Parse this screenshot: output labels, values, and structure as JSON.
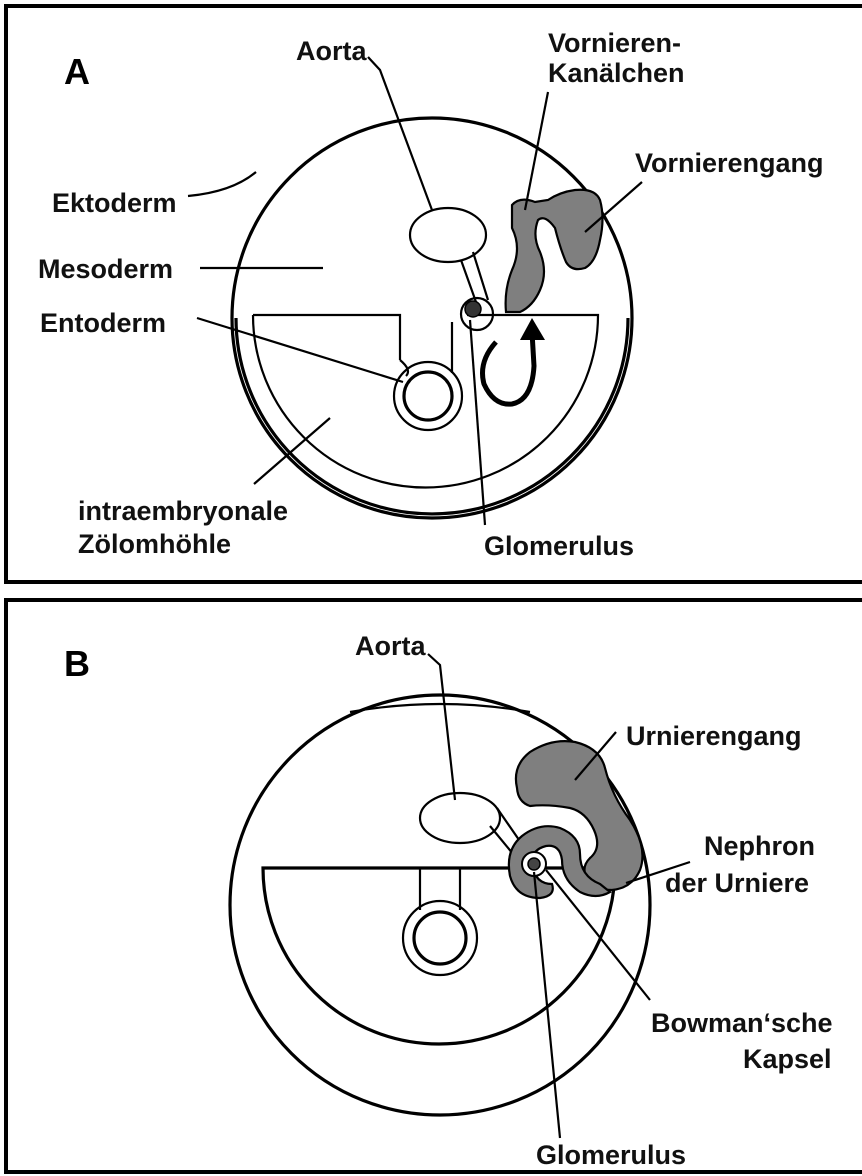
{
  "panels": [
    {
      "letter": "A",
      "labels": {
        "aorta": "Aorta",
        "vornieren_kanaelchen_1": "Vornieren-",
        "vornieren_kanaelchen_2": "Kanälchen",
        "vornierengang": "Vornierengang",
        "ektoderm": "Ektoderm",
        "mesoderm": "Mesoderm",
        "entoderm": "Entoderm",
        "zoelom_1": "intraembryonale",
        "zoelom_2": "Zölomhöhle",
        "glomerulus": "Glomerulus"
      }
    },
    {
      "letter": "B",
      "labels": {
        "aorta": "Aorta",
        "urnierengang": "Urnierengang",
        "nephron_1": "Nephron",
        "nephron_2": "der Urniere",
        "bowman_1": "Bowman‘sche",
        "bowman_2": "Kapsel",
        "glomerulus": "Glomerulus"
      }
    }
  ],
  "colors": {
    "line": "#000000",
    "duct_fill": "#7f7f7f",
    "background": "#ffffff"
  }
}
